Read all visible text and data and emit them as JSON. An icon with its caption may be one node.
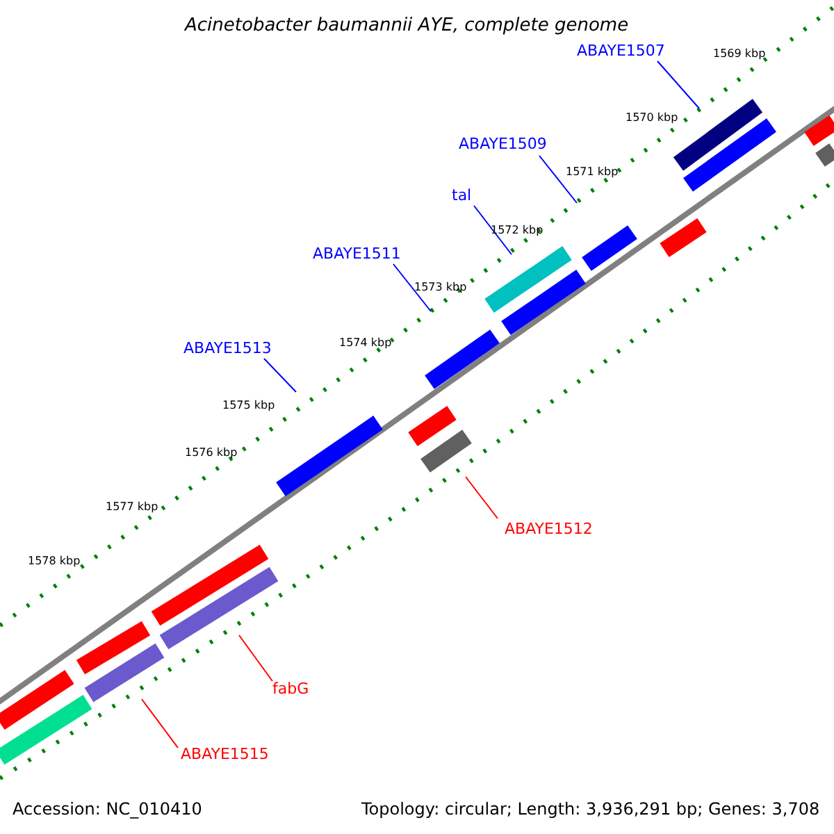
{
  "diagram": {
    "title": "Acinetobacter baumannii AYE, complete genome",
    "nodes": [
      {
        "text": [
          "ABAYE1507"
        ]
      },
      {
        "text": [
          "ABAYE1509"
        ]
      },
      {
        "text": [
          "tal"
        ]
      },
      {
        "text": [
          "ABAYE1511"
        ]
      },
      {
        "text": [
          "ABAYE1513"
        ]
      },
      {
        "text": [
          "ABAYE1512"
        ]
      },
      {
        "text": [
          "fabG"
        ]
      },
      {
        "text": [
          "ABAYE1515"
        ]
      }
    ],
    "edges": [
      {
        "from": 0,
        "to": null,
        "arrow": "none"
      },
      {
        "from": 1,
        "to": null,
        "arrow": "none"
      },
      {
        "from": 2,
        "to": null,
        "arrow": "none"
      },
      {
        "from": 3,
        "to": null,
        "arrow": "none"
      },
      {
        "from": 4,
        "to": null,
        "arrow": "none"
      },
      {
        "from": 5,
        "to": null,
        "arrow": "none",
        "color": "#ff0000"
      },
      {
        "from": 6,
        "to": null,
        "arrow": "none",
        "color": "#ff0000"
      },
      {
        "from": 7,
        "to": null,
        "arrow": "none",
        "color": "#ff0000"
      }
    ],
    "labels": [
      "1569 kbp",
      "1570 kbp",
      "1571 kbp",
      "1572 kbp",
      "1573 kbp",
      "1574 kbp",
      "1575 kbp",
      "1576 kbp",
      "1577 kbp",
      "1578 kbp",
      "Accession: NC_010410",
      "Topology: circular; Length: 3,936,291 bp; Genes: 3,708"
    ]
  }
}
